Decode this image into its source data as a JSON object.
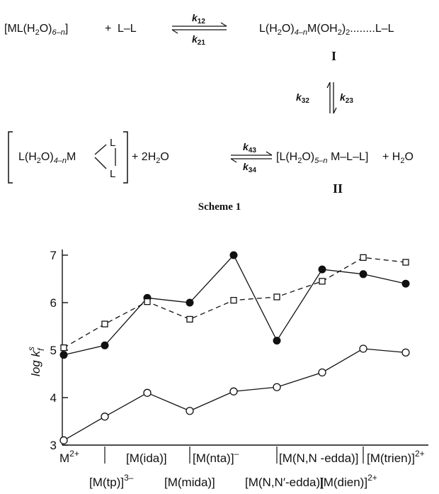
{
  "scheme": {
    "row1": {
      "reactant_pre": "[ML(H",
      "reactant_sub1": "2",
      "reactant_mid": "O)",
      "reactant_sub2": "6–n",
      "reactant_post": "]",
      "plus": "+",
      "ligand": "L–L",
      "k_forward": "k",
      "k_forward_sub": "12",
      "k_back": "k",
      "k_back_sub": "21",
      "prod_pre": "L(H",
      "prod_sub1": "2",
      "prod_mid": "O)",
      "prod_sub2": "4–n",
      "prod_m": "M(OH",
      "prod_sub3": "2",
      "prod_post": ")",
      "prod_sub4": "2",
      "prod_tail": "........L–L"
    },
    "label_I": "I",
    "vertical": {
      "k_left": "k",
      "k_left_sub": "32",
      "k_right": "k",
      "k_right_sub": "23"
    },
    "row2": {
      "chelate_pre": "L(H",
      "chelate_sub1": "2",
      "chelate_mid": "O)",
      "chelate_sub2": "4–n",
      "chelate_m": "M",
      "chelate_l_top": "L",
      "chelate_l_bot": "L",
      "plus_water": "+ 2H",
      "water_sub": "2",
      "water_tail": "O",
      "k_forward": "k",
      "k_forward_sub": "43",
      "k_back": "k",
      "k_back_sub": "34",
      "prod_pre": "[L(H",
      "prod_sub1": "2",
      "prod_mid": "O)",
      "prod_sub2": "5–n",
      "prod_tail": " M–L–L]",
      "plus": "+ H"
    },
    "label_II": "II",
    "caption": "Scheme 1"
  },
  "chart_data": {
    "type": "line",
    "title": "",
    "xlabel": "",
    "ylabel": "log k",
    "ylabel_sub": "f",
    "ylabel_sup": "s",
    "ylim": [
      3,
      7
    ],
    "yticks": [
      3,
      4,
      5,
      6,
      7
    ],
    "grid": false,
    "legend": "none",
    "categories_top": [
      {
        "pre": "M",
        "sup": "2+",
        "post": ""
      },
      {
        "pre": "[M(ida)]",
        "sup": "",
        "post": ""
      },
      {
        "pre": "[M(nta)]",
        "sup": "–",
        "post": ""
      },
      {
        "pre": "[M(N,N -edda)]",
        "sup": "",
        "post": ""
      },
      {
        "pre": "[M(trien)]",
        "sup": "2+",
        "post": ""
      }
    ],
    "categories_bottom": [
      {
        "pre": "[M(tp)]",
        "sup": "3–",
        "post": ""
      },
      {
        "pre": "[M(mida)]",
        "sup": "",
        "post": ""
      },
      {
        "pre": "[M(N,N′-edda)]",
        "sup": "",
        "post": ""
      },
      {
        "pre": "[M(dien)]",
        "sup": "2+",
        "post": ""
      }
    ],
    "x": [
      0,
      1,
      2,
      3,
      4,
      5,
      6,
      7,
      8
    ],
    "series": [
      {
        "marker": "filled-circle",
        "style": "solid",
        "values": [
          4.9,
          5.1,
          6.1,
          6.0,
          7.0,
          5.2,
          6.7,
          6.6,
          6.4
        ]
      },
      {
        "marker": "open-square",
        "style": "dashed",
        "values": [
          5.05,
          5.55,
          6.02,
          5.65,
          6.05,
          6.12,
          6.45,
          6.95,
          6.85
        ]
      },
      {
        "marker": "open-circle",
        "style": "solid",
        "values": [
          3.1,
          3.6,
          4.1,
          3.72,
          4.13,
          4.22,
          4.53,
          5.03,
          4.95
        ]
      }
    ]
  }
}
